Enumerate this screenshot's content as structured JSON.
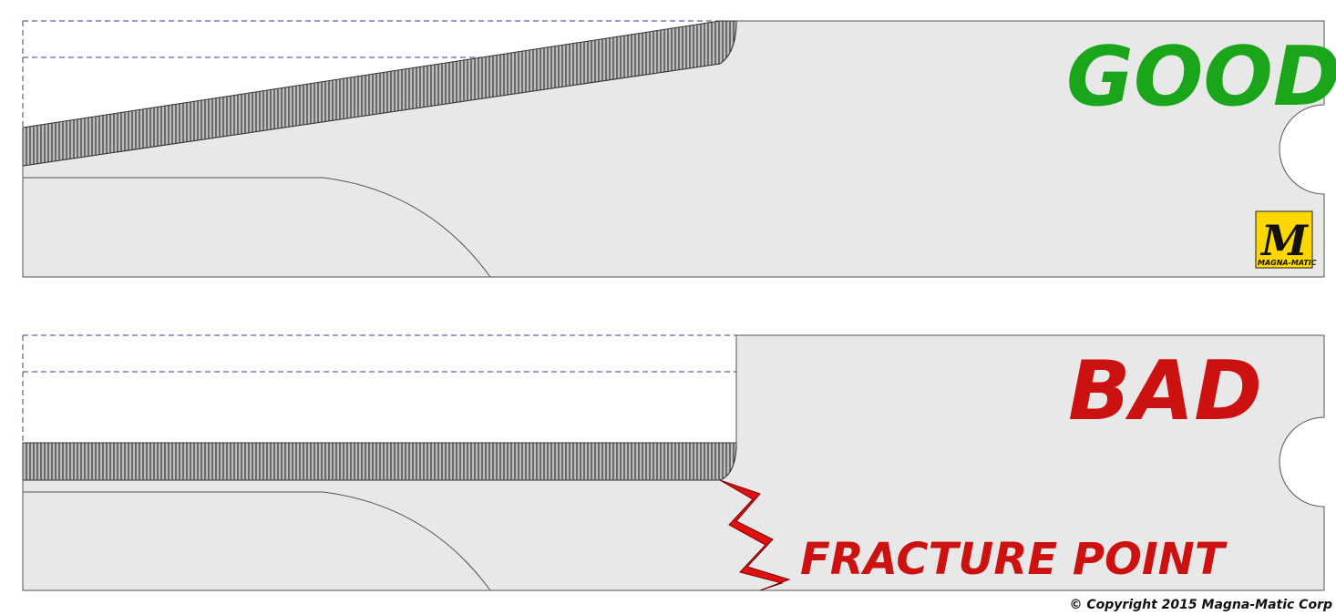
{
  "panels": {
    "good": {
      "label": "GOOD"
    },
    "bad": {
      "label": "BAD",
      "fracture_label": "FRACTURE POINT"
    }
  },
  "logo": {
    "letter": "M",
    "caption": "MAGNA-MATIC"
  },
  "copyright": "© Copyright 2015 Magna-Matic Corp",
  "colors": {
    "good": "#1aa51a",
    "bad": "#cc1111",
    "blade_body": "#e8e8e8",
    "guide_dash": "#3a3a9a",
    "logo_bg": "#ffd700"
  },
  "icons": [
    "magna-matic-logo-icon",
    "fracture-crack-icon"
  ]
}
